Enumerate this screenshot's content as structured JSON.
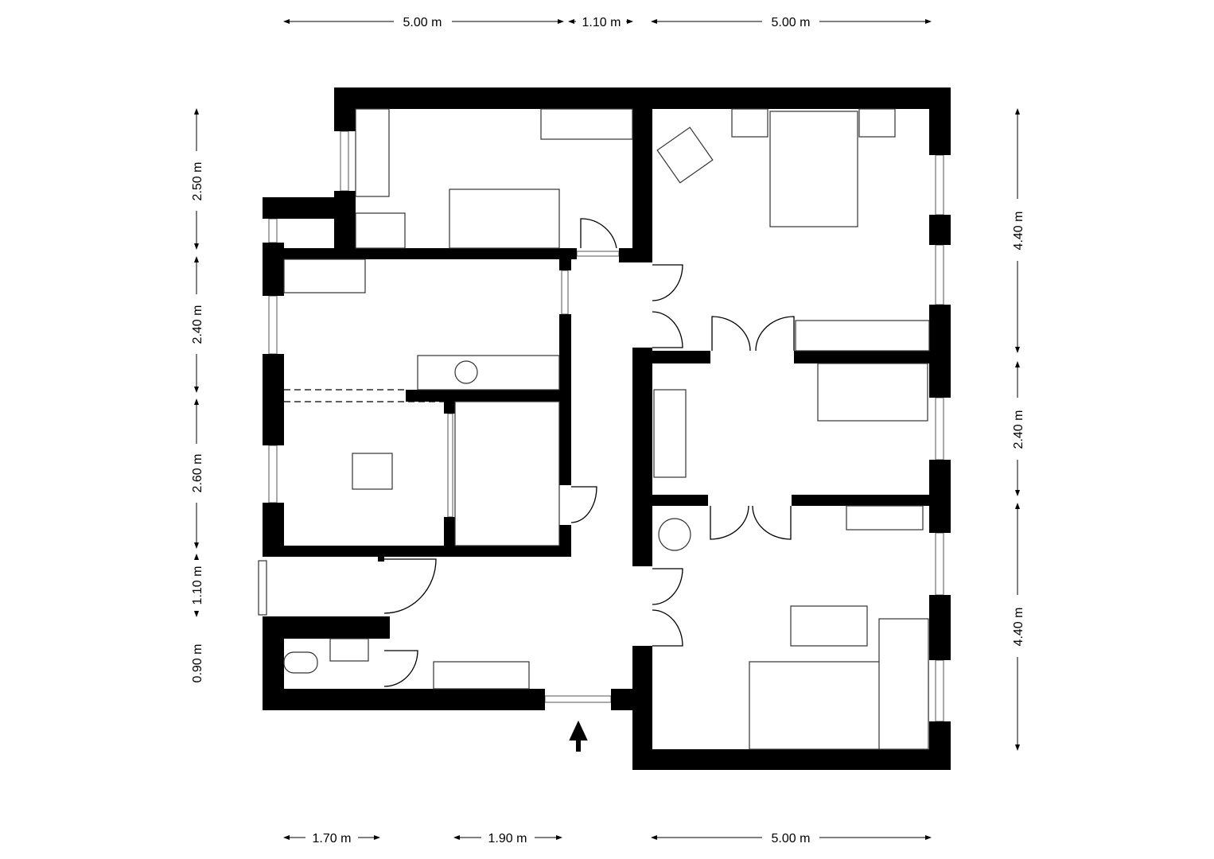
{
  "dimensions": {
    "top": [
      "5.00 m",
      "1.10 m",
      "5.00 m"
    ],
    "bottom": [
      "1.70 m",
      "1.90 m",
      "5.00 m"
    ],
    "left": [
      "2.50 m",
      "2.40 m",
      "2.60 m",
      "1.10 m",
      "0.90 m"
    ],
    "right": [
      "4.40 m",
      "2.40 m",
      "4.40 m"
    ]
  },
  "entrance_icon": "arrow-up-icon",
  "colors": {
    "wall": "#000000",
    "background": "#ffffff"
  }
}
